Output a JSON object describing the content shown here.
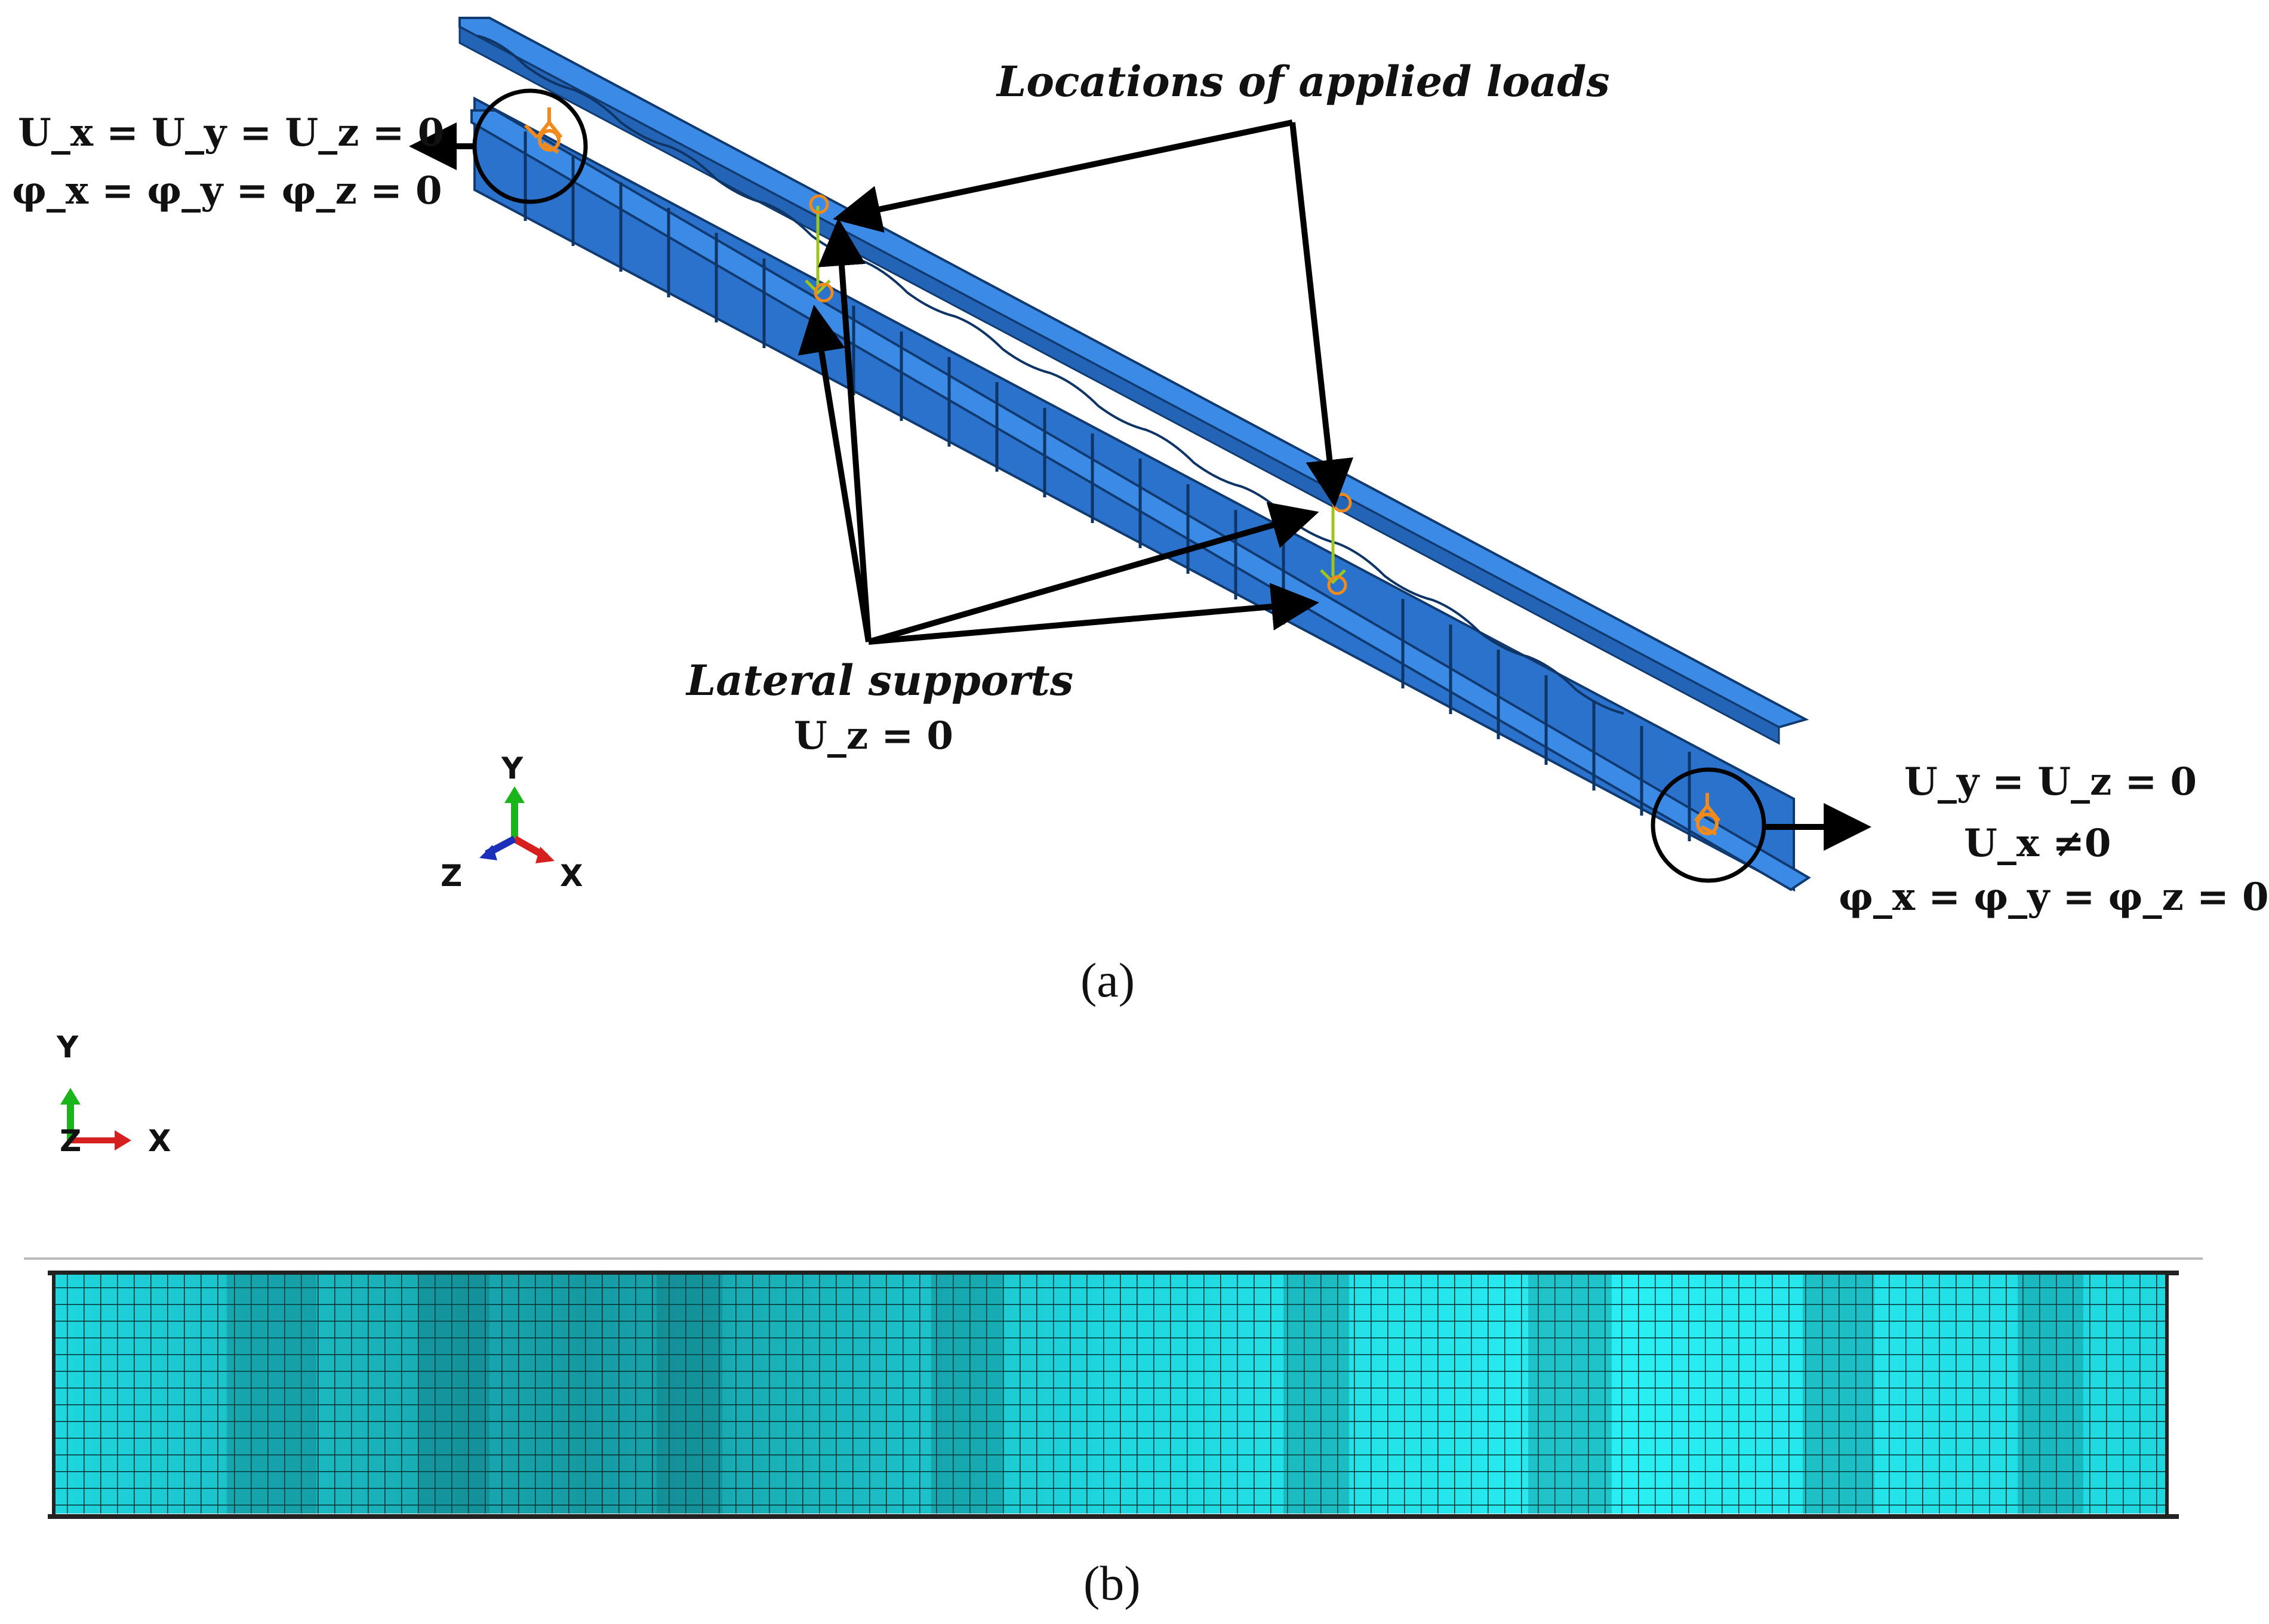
{
  "panel_a": {
    "caption": "(a)",
    "applied_loads_label": "Locations of applied loads",
    "lateral_supports_label": "Lateral supports",
    "lateral_supports_condition": "U_z = 0",
    "left_support": {
      "line1": "U_x = U_y = U_z = 0",
      "line2": "φ_x = φ_y =  φ_z = 0"
    },
    "right_support": {
      "line1": "U_y = U_z = 0",
      "line2": "U_x ≠0",
      "line3": "φ_x = φ_y =  φ_z = 0"
    },
    "triad": {
      "y": "Y",
      "x": "X",
      "z": "Z"
    }
  },
  "panel_b": {
    "caption": "(b)",
    "triad": {
      "y": "Y",
      "x": "X",
      "z": "Z"
    }
  },
  "colors": {
    "beam_blue": "#2f7fdc",
    "beam_dark": "#1a4f96",
    "mesh_cyan": "#19e6ee",
    "mesh_dark": "#0f9ca3",
    "support_orange": "#f08a1c",
    "load_green": "#9ec51c",
    "axis_green": "#1ab51a",
    "axis_red": "#d62020",
    "axis_blue": "#1c2fb8"
  },
  "icons": [
    "boundary-condition-glyph",
    "load-arrow-glyph",
    "coordinate-triad"
  ]
}
